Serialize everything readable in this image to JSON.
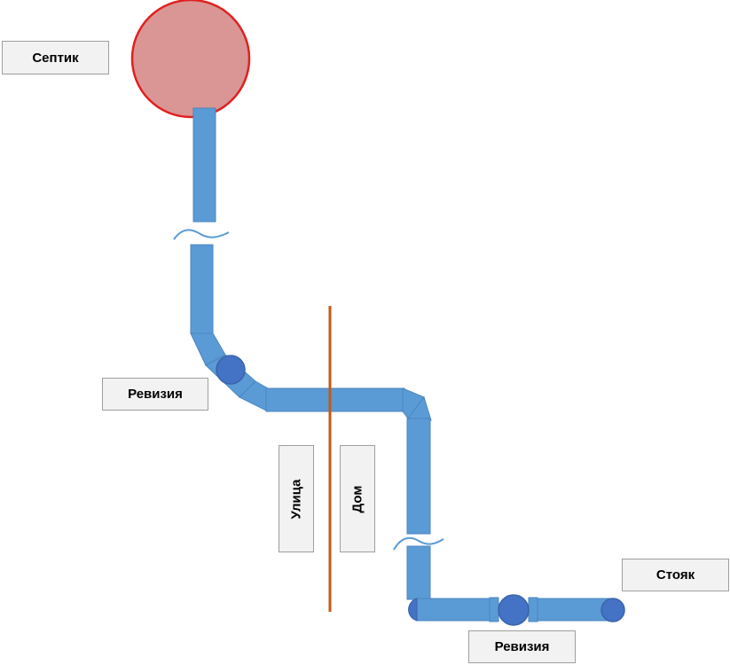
{
  "labels": {
    "septic": "Септик",
    "revision_top": "Ревизия",
    "revision_bottom": "Ревизия",
    "street": "Улица",
    "house": "Дом",
    "riser": "Стояк"
  },
  "colors": {
    "pipe": "#5b9bd5",
    "pipe_stroke": "#4a86c0",
    "fitting": "#4472c4",
    "tank_fill": "#d99694",
    "tank_stroke": "#e02020",
    "wall": "#c55a11",
    "label_bg": "#f2f2f2"
  }
}
